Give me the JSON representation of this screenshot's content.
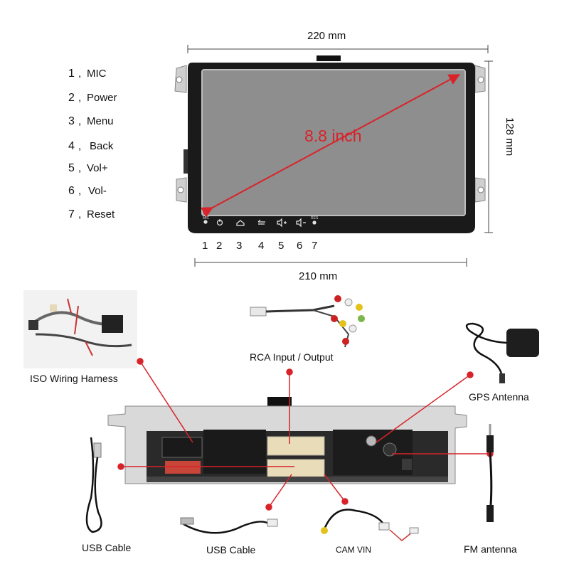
{
  "legend": [
    {
      "num": "1",
      "label": "MIC"
    },
    {
      "num": "2",
      "label": "Power"
    },
    {
      "num": "3",
      "label": "Menu"
    },
    {
      "num": "4",
      "label": "Back"
    },
    {
      "num": "5",
      "label": "Vol+"
    },
    {
      "num": "6",
      "label": "Vol-"
    },
    {
      "num": "7",
      "label": "Reset"
    }
  ],
  "dimensions": {
    "top_width": "220 mm",
    "height": "128 mm",
    "bottom_width": "210 mm",
    "diagonal": "8.8 inch"
  },
  "button_numbers": [
    "1",
    "2",
    "3",
    "4",
    "5",
    "6",
    "7"
  ],
  "panel_marks": {
    "mic": "MIC",
    "reset": "RES"
  },
  "accessories": {
    "iso_harness": "ISO Wiring Harness",
    "rca": "RCA Input / Output",
    "gps": "GPS Antenna",
    "usb1": "USB Cable",
    "usb2": "USB Cable",
    "cam": "CAM VIN",
    "fm": "FM antenna"
  },
  "colors": {
    "accent": "#d8232a",
    "panel": "#1a1a1a",
    "screen": "#8e8e8e"
  }
}
